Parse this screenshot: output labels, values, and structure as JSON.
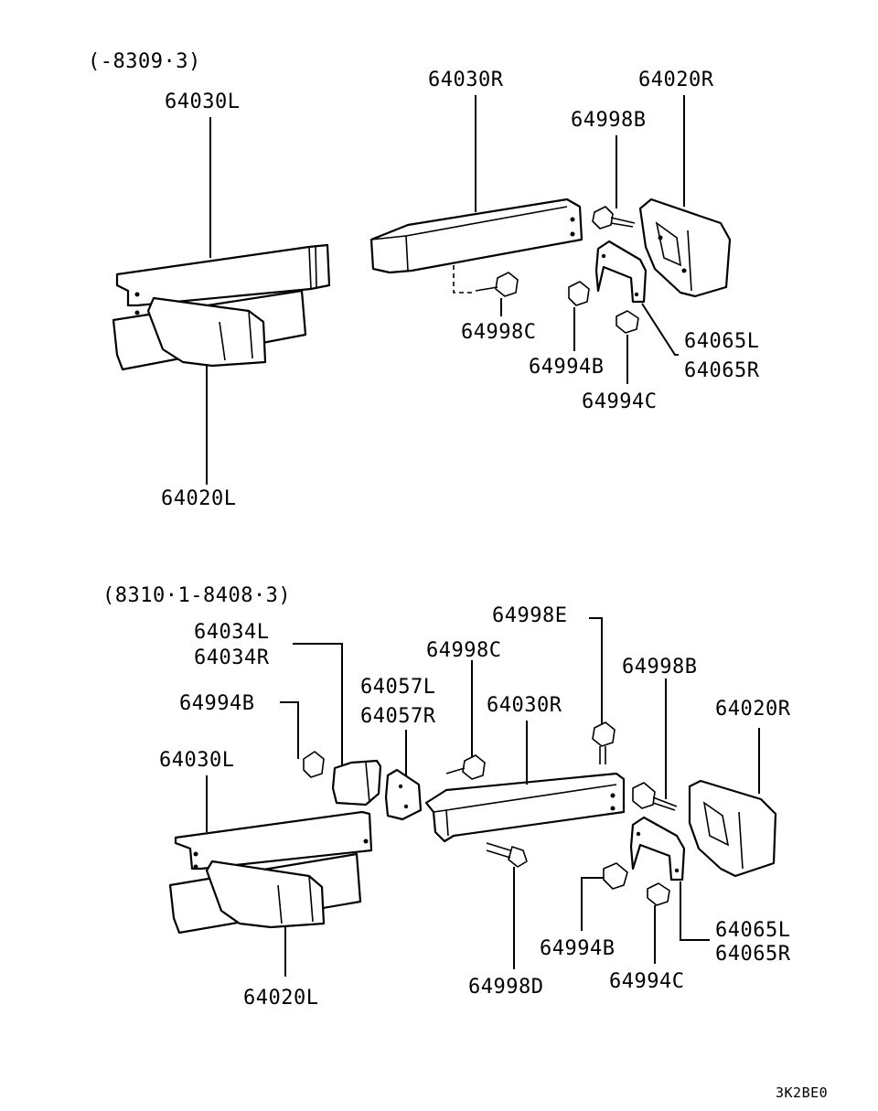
{
  "sections": [
    {
      "range_label": "(-8309·3)",
      "labels": {
        "frame_left": "64030L",
        "cap_left": "64020L",
        "frame_right": "64030R",
        "cap_right": "64020R",
        "bolt_b": "64998B",
        "bolt_c": "64998C",
        "nut_b": "64994B",
        "nut_c": "64994C",
        "stay_l": "64065L",
        "stay_r": "64065R"
      }
    },
    {
      "range_label": "(8310·1-8408·3)",
      "labels": {
        "bracket_l": "64034L",
        "bracket_r": "64034R",
        "nut_b_left": "64994B",
        "frame_left": "64030L",
        "cap_left": "64020L",
        "stay2_l": "64057L",
        "stay2_r": "64057R",
        "bolt_c": "64998C",
        "bolt_e": "64998E",
        "frame_right": "64030R",
        "bolt_b": "64998B",
        "cap_right": "64020R",
        "bolt_d": "64998D",
        "nut_b": "64994B",
        "nut_c": "64994C",
        "stay_l": "64065L",
        "stay_r": "64065R"
      }
    }
  ],
  "diagram_code": "3K2BE0"
}
